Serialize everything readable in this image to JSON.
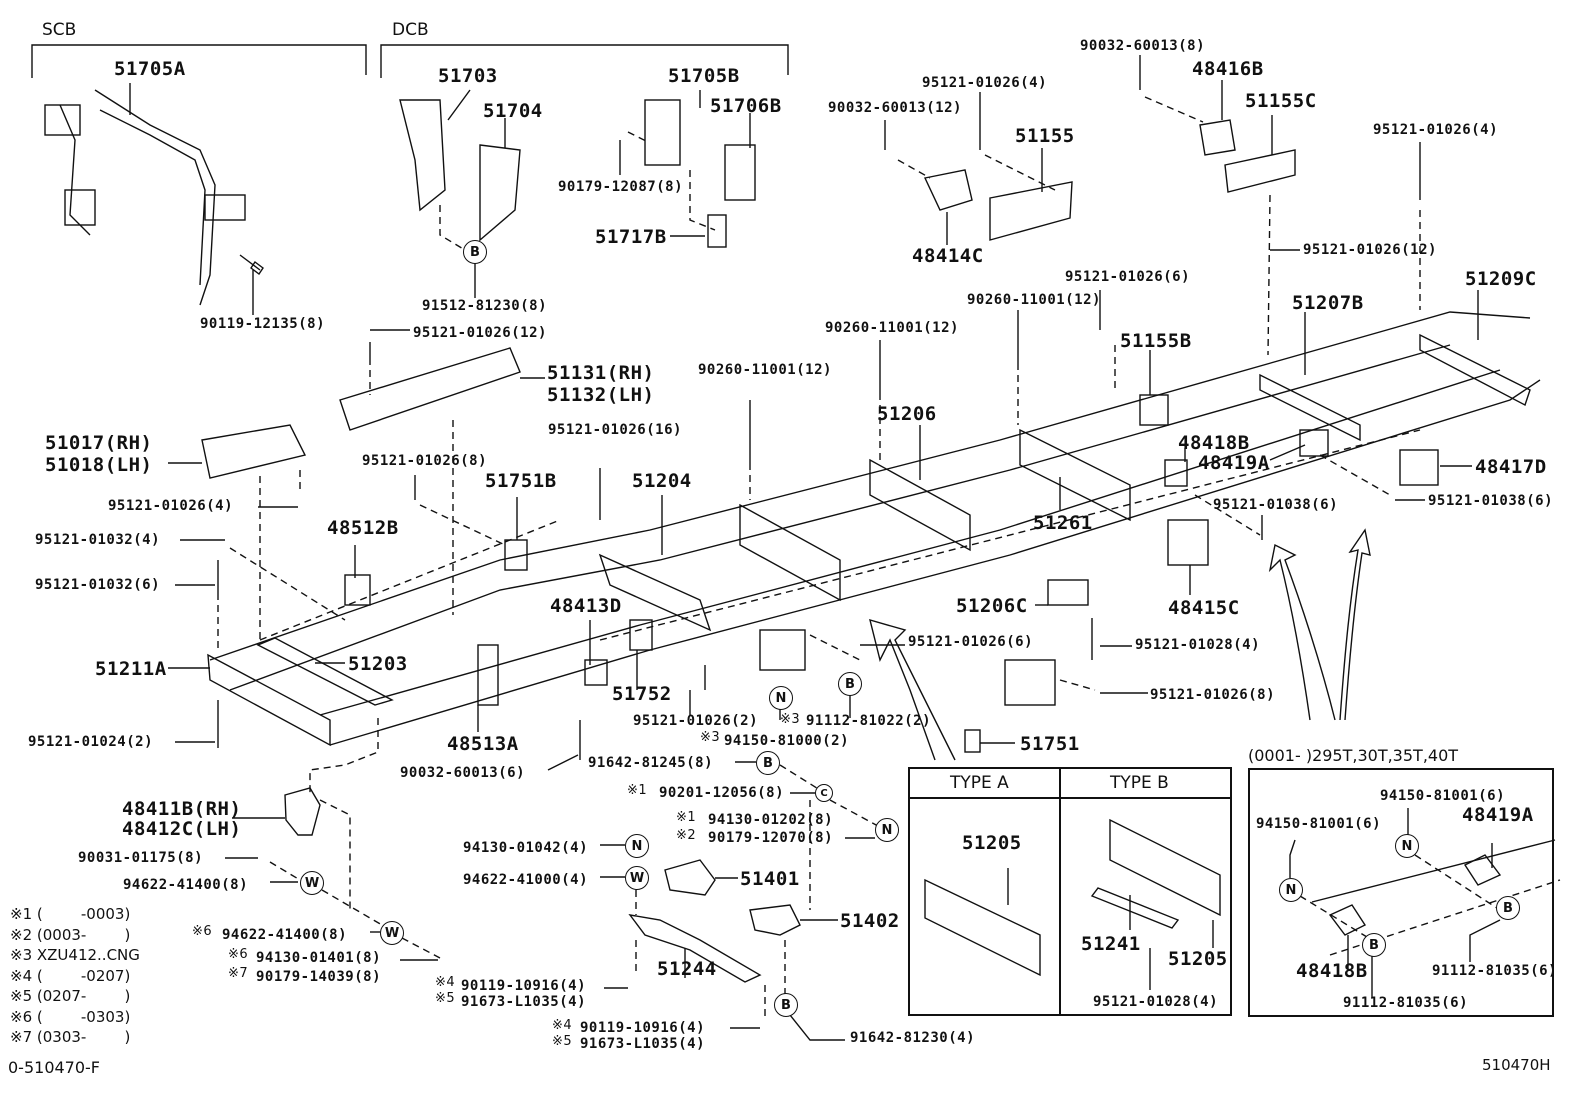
{
  "diagram": {
    "title_code_left": "0-510470-F",
    "title_code_right": "510470H",
    "groups": {
      "scb": "SCB",
      "dcb": "DCB"
    },
    "parts": {
      "p51705A": "51705A",
      "p90119_12135": "90119-12135(8)",
      "p51703": "51703",
      "p51704": "51704",
      "p91512_81230": "91512-81230(8)",
      "p51705B": "51705B",
      "p51706B": "51706B",
      "p90179_12087": "90179-12087(8)",
      "p51717B": "51717B",
      "p90032_60013_12": "90032-60013(12)",
      "p95121_01026_4a": "95121-01026(4)",
      "p51155": "51155",
      "p48414C": "48414C",
      "p90032_60013_8": "90032-60013(8)",
      "p48416B": "48416B",
      "p51155C": "51155C",
      "p95121_01026_4b": "95121-01026(4)",
      "p95121_01026_12b": "95121-01026(12)",
      "p51209C": "51209C",
      "p51207B": "51207B",
      "p95121_01026_6a": "95121-01026(6)",
      "p90260_11001_a": "90260-11001(12)",
      "p90260_11001_b": "90260-11001(12)",
      "p90260_11001_c": "90260-11001(12)",
      "p51155B": "51155B",
      "p95121_01026_12a": "95121-01026(12)",
      "p51131": "51131(RH)",
      "p51132": "51132(LH)",
      "p51017": "51017(RH)",
      "p51018": "51018(LH)",
      "p95121_01026_16": "95121-01026(16)",
      "p95121_01026_8a": "95121-01026(8)",
      "p51751B": "51751B",
      "p51204": "51204",
      "p51206": "51206",
      "p95121_01026_4c": "95121-01026(4)",
      "p95121_01032_4": "95121-01032(4)",
      "p95121_01032_6": "95121-01032(6)",
      "p48512B": "48512B",
      "p48418B": "48418B",
      "p48419A": "48419A",
      "p48417D": "48417D",
      "p51261": "51261",
      "p95121_01038_6a": "95121-01038(6)",
      "p95121_01038_6b": "95121-01038(6)",
      "p48415C": "48415C",
      "p51206C": "51206C",
      "p95121_01028_4a": "95121-01028(4)",
      "p95121_01026_6b": "95121-01026(6)",
      "p95121_01026_8b": "95121-01026(8)",
      "p51211A": "51211A",
      "p51203": "51203",
      "p48413D": "48413D",
      "p51752": "51752",
      "p48513A": "48513A",
      "p95121_01024_2": "95121-01024(2)",
      "p95121_01026_2": "95121-01026(2)",
      "p91112_81022": "91112-81022(2)",
      "p94150_81000": "94150-81000(2)",
      "p51751": "51751",
      "p90032_60013_6": "90032-60013(6)",
      "p91642_81245": "91642-81245(8)",
      "p90201_12056": "90201-12056(8)",
      "p94130_01202": "94130-01202(8)",
      "p90179_12070": "90179-12070(8)",
      "p94130_01042": "94130-01042(4)",
      "p94622_41000": "94622-41000(4)",
      "p51401": "51401",
      "p51402": "51402",
      "p51244": "51244",
      "p90119_10916_a": "90119-10916(4)",
      "p91673_L1035_a": "91673-L1035(4)",
      "p90119_10916_b": "90119-10916(4)",
      "p91673_L1035_b": "91673-L1035(4)",
      "p91642_81230": "91642-81230(4)",
      "p48411B": "48411B(RH)",
      "p48412C": "48412C(LH)",
      "p90031_01175": "90031-01175(8)",
      "p94622_41400_a": "94622-41400(8)",
      "p94622_41400_b": "94622-41400(8)",
      "p94130_01401": "94130-01401(8)",
      "p90179_14039": "90179-14039(8)"
    },
    "marks": {
      "m1": "※1",
      "m2": "※2",
      "m3": "※3",
      "m4": "※4",
      "m5": "※5",
      "m6": "※6",
      "m7": "※7"
    },
    "symbols": {
      "B": "B",
      "N": "N",
      "W": "W",
      "C": "C"
    },
    "legend": [
      "※1 (        -0003)",
      "※2 (0003-        )",
      "※3 XZU412..CNG",
      "※4 (        -0207)",
      "※5 (0207-        )",
      "※6 (        -0303)",
      "※7 (0303-        )"
    ],
    "type_box": {
      "type_a": "TYPE A",
      "type_b": "TYPE B",
      "a_part": "51205",
      "b_part_1": "51241",
      "b_part_2": "51205",
      "b_bolt": "95121-01028(4)"
    },
    "variant_box": {
      "caption": "(0001-    )295T,30T,35T,40T",
      "nut_1": "94150-81001(6)",
      "nut_2": "94150-81001(6)",
      "part_1": "48419A",
      "part_2": "48418B",
      "bolt_1": "91112-81035(6)",
      "bolt_2": "91112-81035(6)"
    }
  }
}
